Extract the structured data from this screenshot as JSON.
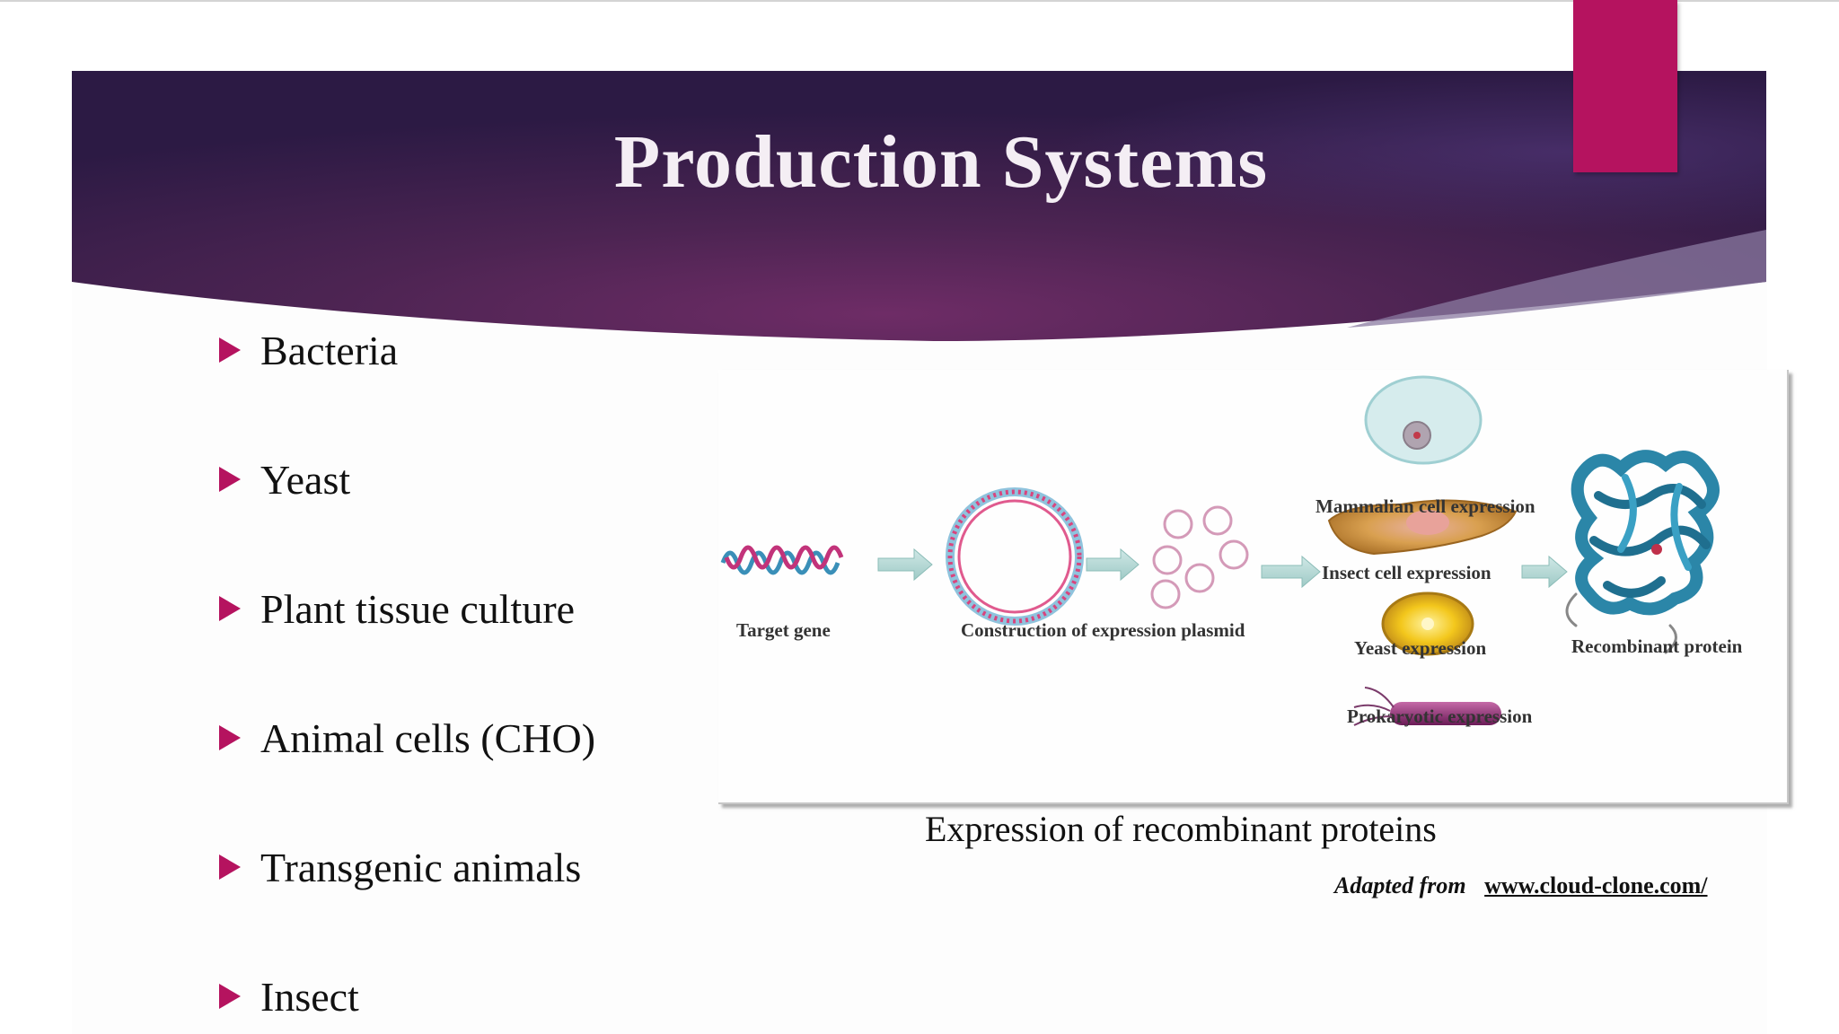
{
  "slide": {
    "title": "Production Systems",
    "bullets": [
      "Bacteria",
      "Yeast",
      "Plant tissue culture",
      "Animal cells (CHO)",
      "Transgenic animals",
      "Insect"
    ],
    "colors": {
      "banner_dark": "#2e1a4a",
      "banner_mid": "#6a2a64",
      "accent": "#b5135f",
      "bullet_arrow": "#b5135f",
      "title_text": "#f4eef4"
    }
  },
  "figure": {
    "labels": {
      "target_gene": "Target gene",
      "construction": "Construction of expression plasmid",
      "mammalian": "Mammalian cell expression",
      "insect": "Insect cell expression",
      "yeast": "Yeast expression",
      "prokaryotic": "Prokaryotic expression",
      "recombinant": "Recombinant protein"
    },
    "caption": "Expression of recombinant proteins",
    "source_prefix": "Adapted from",
    "source_link": "www.cloud-clone.com/"
  }
}
